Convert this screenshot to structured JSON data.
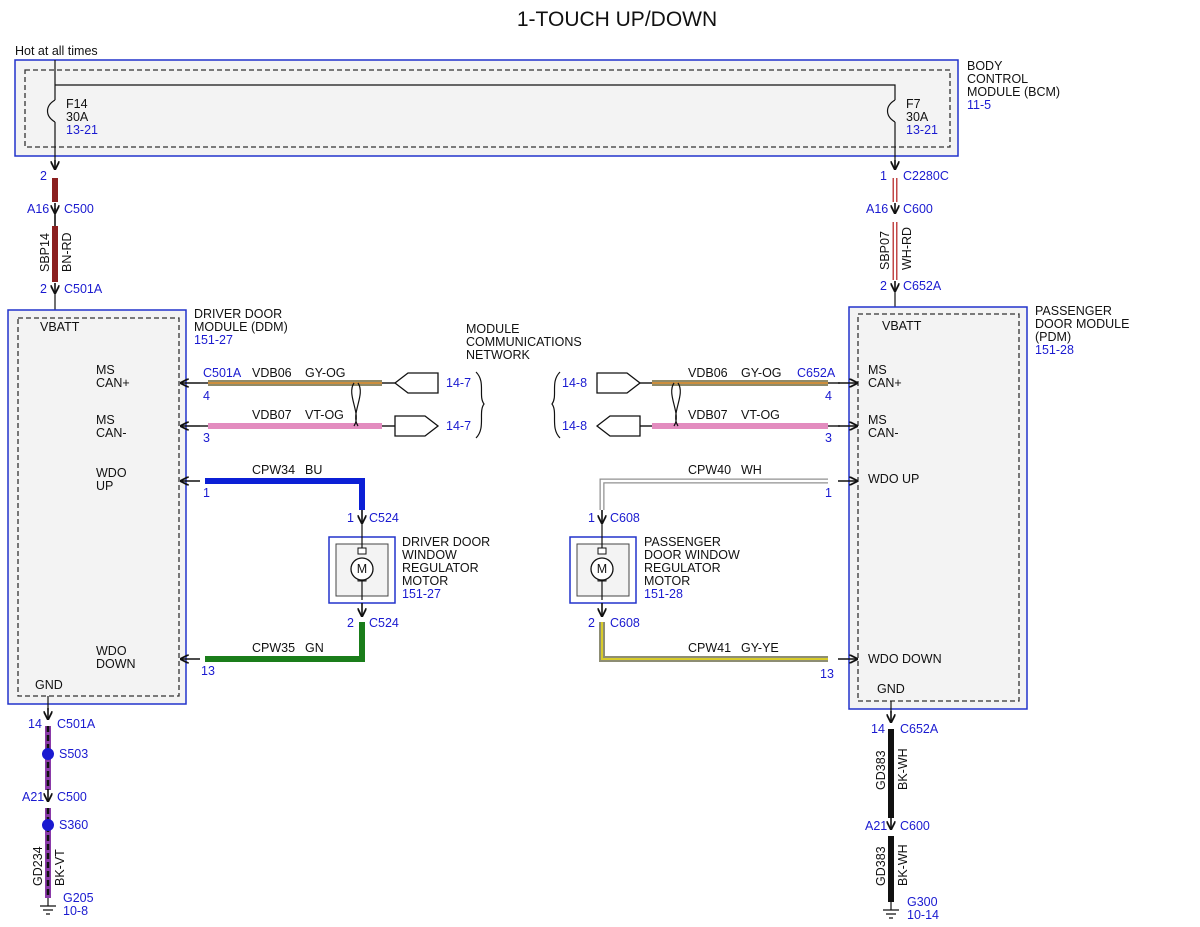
{
  "title": "1-TOUCH UP/DOWN",
  "hot_label": "Hot at all times",
  "colors": {
    "module_border": "#2233cc",
    "ref_text": "#1a1ad0",
    "wire_gy_og": "#8f8a68",
    "wire_gy_og_stripe": "#e09030",
    "wire_vt_og": "#e38cbf",
    "wire_bu": "#0b1fd6",
    "wire_gn": "#1a7d1a",
    "wire_bn_rd": "#8b2020",
    "wire_wh_rd": "#c24848",
    "wire_wh": "#909090",
    "wire_gy_ye": "#8d8d74",
    "wire_gy_ye_stripe": "#d8cc2a",
    "wire_bk": "#111111",
    "wire_bk_vt": "#8a3aa8",
    "splice": "#1a1ad0"
  },
  "bcm": {
    "name": [
      "BODY",
      "CONTROL",
      "MODULE (BCM)"
    ],
    "ref": "11-5",
    "fuse_left": {
      "name": "F14",
      "rating": "30A",
      "ref": "13-21"
    },
    "fuse_right": {
      "name": "F7",
      "rating": "30A",
      "ref": "13-21"
    }
  },
  "ddm": {
    "name": [
      "DRIVER DOOR",
      "MODULE (DDM)"
    ],
    "ref": "151-27",
    "vbatt": "VBATT",
    "gnd": "GND",
    "pin_ms_can_plus": [
      "MS",
      "CAN+"
    ],
    "pin_ms_can_minus": [
      "MS",
      "CAN-"
    ],
    "pin_wdo_up": [
      "WDO",
      "UP"
    ],
    "pin_wdo_down": [
      "WDO",
      "DOWN"
    ]
  },
  "pdm": {
    "name": [
      "PASSENGER",
      "DOOR MODULE",
      "(PDM)"
    ],
    "ref": "151-28",
    "vbatt": "VBATT",
    "gnd": "GND",
    "pin_ms_can_plus": [
      "MS",
      "CAN+"
    ],
    "pin_ms_can_minus": [
      "MS",
      "CAN-"
    ],
    "pin_wdo_up": "WDO UP",
    "pin_wdo_down": "WDO DOWN"
  },
  "network": {
    "label": [
      "MODULE",
      "COMMUNICATIONS",
      "NETWORK"
    ],
    "ref_left": "14-7",
    "ref_right": "14-8"
  },
  "left_power": {
    "pin_top": "2",
    "pin_a16": "A16",
    "conn_c500": "C500",
    "circuit": "SBP14",
    "color": "BN-RD",
    "pin_bottom": "2",
    "conn_c501a": "C501A"
  },
  "right_power": {
    "pin_top": "1",
    "conn_c2280c": "C2280C",
    "pin_a16": "A16",
    "conn_c600": "C600",
    "circuit": "SBP07",
    "color": "WH-RD",
    "pin_bottom": "2",
    "conn_c652a": "C652A"
  },
  "wires_left": {
    "can_plus": {
      "conn": "C501A",
      "pin": "4",
      "circuit": "VDB06",
      "color": "GY-OG"
    },
    "can_minus": {
      "pin": "3",
      "circuit": "VDB07",
      "color": "VT-OG"
    },
    "wdo_up": {
      "pin": "1",
      "circuit": "CPW34",
      "color": "BU"
    },
    "wdo_down": {
      "pin": "13",
      "circuit": "CPW35",
      "color": "GN"
    }
  },
  "wires_right": {
    "can_plus": {
      "conn": "C652A",
      "pin": "4",
      "circuit": "VDB06",
      "color": "GY-OG"
    },
    "can_minus": {
      "pin": "3",
      "circuit": "VDB07",
      "color": "VT-OG"
    },
    "wdo_up": {
      "pin": "1",
      "circuit": "CPW40",
      "color": "WH"
    },
    "wdo_down": {
      "pin": "13",
      "circuit": "CPW41",
      "color": "GY-YE"
    }
  },
  "driver_motor": {
    "name": [
      "DRIVER DOOR",
      "WINDOW",
      "REGULATOR",
      "MOTOR"
    ],
    "ref": "151-27",
    "symbol": "M",
    "pin_top": "1",
    "conn_top": "C524",
    "pin_bottom": "2",
    "conn_bottom": "C524"
  },
  "passenger_motor": {
    "name": [
      "PASSENGER",
      "DOOR WINDOW",
      "REGULATOR",
      "MOTOR"
    ],
    "ref": "151-28",
    "symbol": "M",
    "pin_top": "1",
    "conn_top": "C608",
    "pin_bottom": "2",
    "conn_bottom": "C608"
  },
  "left_ground": {
    "pin_14": "14",
    "conn_c501a": "C501A",
    "splice_1": "S503",
    "pin_a21": "A21",
    "conn_c500": "C500",
    "splice_2": "S360",
    "circuit": "GD234",
    "color": "BK-VT",
    "ground": "G205",
    "ground_ref": "10-8"
  },
  "right_ground": {
    "pin_14": "14",
    "conn_c652a": "C652A",
    "circuit_1": "GD383",
    "color_1": "BK-WH",
    "pin_a21": "A21",
    "conn_c600": "C600",
    "circuit_2": "GD383",
    "color_2": "BK-WH",
    "ground": "G300",
    "ground_ref": "10-14"
  }
}
